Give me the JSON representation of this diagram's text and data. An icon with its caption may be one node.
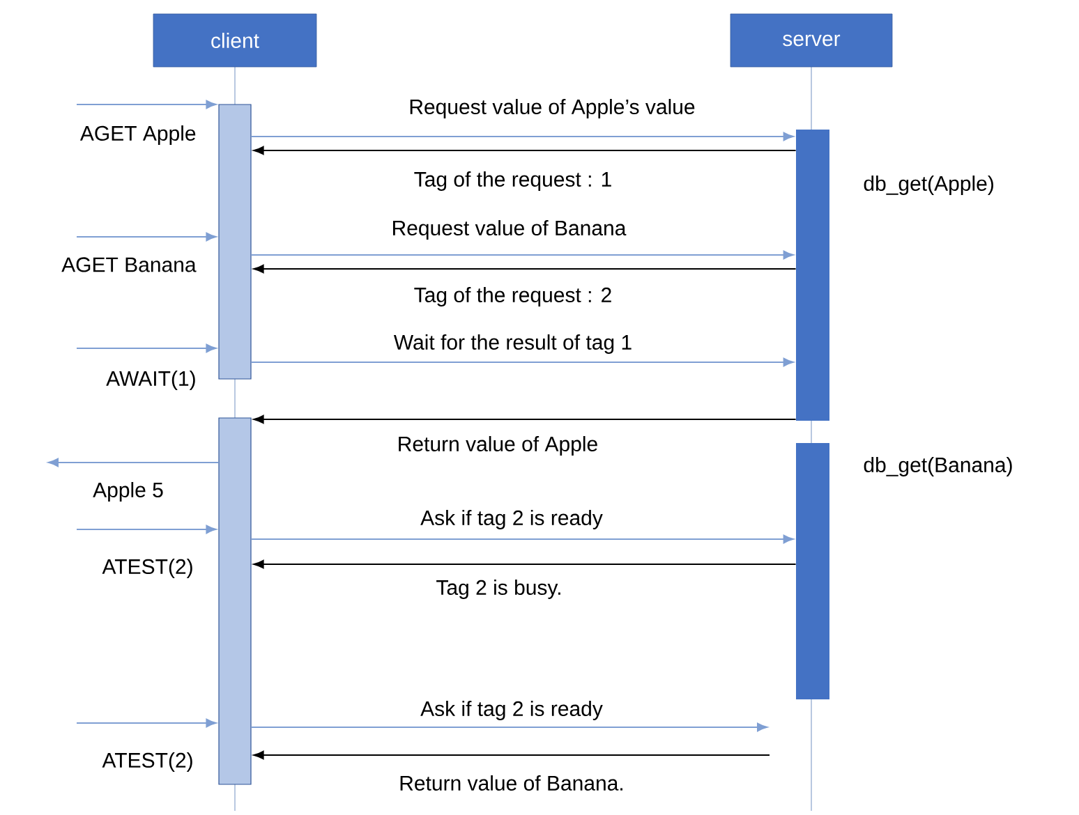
{
  "diagram": {
    "nodes": [
      {
        "text": [
          "client"
        ]
      },
      {
        "text": [
          "server"
        ]
      },
      {
        "text": [],
        "shape": "bar"
      },
      {
        "text": [],
        "shape": "bar"
      },
      {
        "text": [],
        "shape": "bar",
        "beside": [
          "db_get(Apple)"
        ]
      },
      {
        "text": [],
        "shape": "bar",
        "beside": [
          "db_get(Banana)"
        ]
      }
    ],
    "edges": [
      {
        "from": null,
        "to": 2,
        "arrow": "to",
        "label": "AGET Apple"
      },
      {
        "from": 2,
        "to": 4,
        "arrow": "to",
        "label": "Request value of Apple’s value"
      },
      {
        "from": 4,
        "to": 2,
        "arrow": "to",
        "label": "Tag of the request : 1",
        "color": "#000000"
      },
      {
        "from": null,
        "to": 2,
        "arrow": "to",
        "label": "AGET Banana"
      },
      {
        "from": 2,
        "to": 4,
        "arrow": "to",
        "label": "Request value of Banana"
      },
      {
        "from": 4,
        "to": 2,
        "arrow": "to",
        "label": "Tag of the request : 2",
        "color": "#000000"
      },
      {
        "from": null,
        "to": 2,
        "arrow": "to",
        "label": "AWAIT(1)"
      },
      {
        "from": 2,
        "to": 4,
        "arrow": "to",
        "label": "Wait for the result of tag 1"
      },
      {
        "from": 4,
        "to": 3,
        "arrow": "to",
        "label": "Return value of Apple",
        "color": "#000000"
      },
      {
        "from": 3,
        "to": null,
        "arrow": "to",
        "label": "Apple 5"
      },
      {
        "from": null,
        "to": 3,
        "arrow": "to",
        "label": "ATEST(2)"
      },
      {
        "from": 3,
        "to": 5,
        "arrow": "to",
        "label": "Ask if tag 2 is ready"
      },
      {
        "from": 5,
        "to": 3,
        "arrow": "to",
        "label": "Tag 2 is busy.",
        "color": "#000000"
      },
      {
        "from": null,
        "to": 3,
        "arrow": "to",
        "label": "ATEST(2)"
      },
      {
        "from": 3,
        "to": null,
        "arrow": "to",
        "label": "Ask if tag 2 is ready"
      },
      {
        "from": null,
        "to": 3,
        "arrow": "to",
        "label": "Return value of Banana.",
        "color": "#000000"
      }
    ]
  }
}
